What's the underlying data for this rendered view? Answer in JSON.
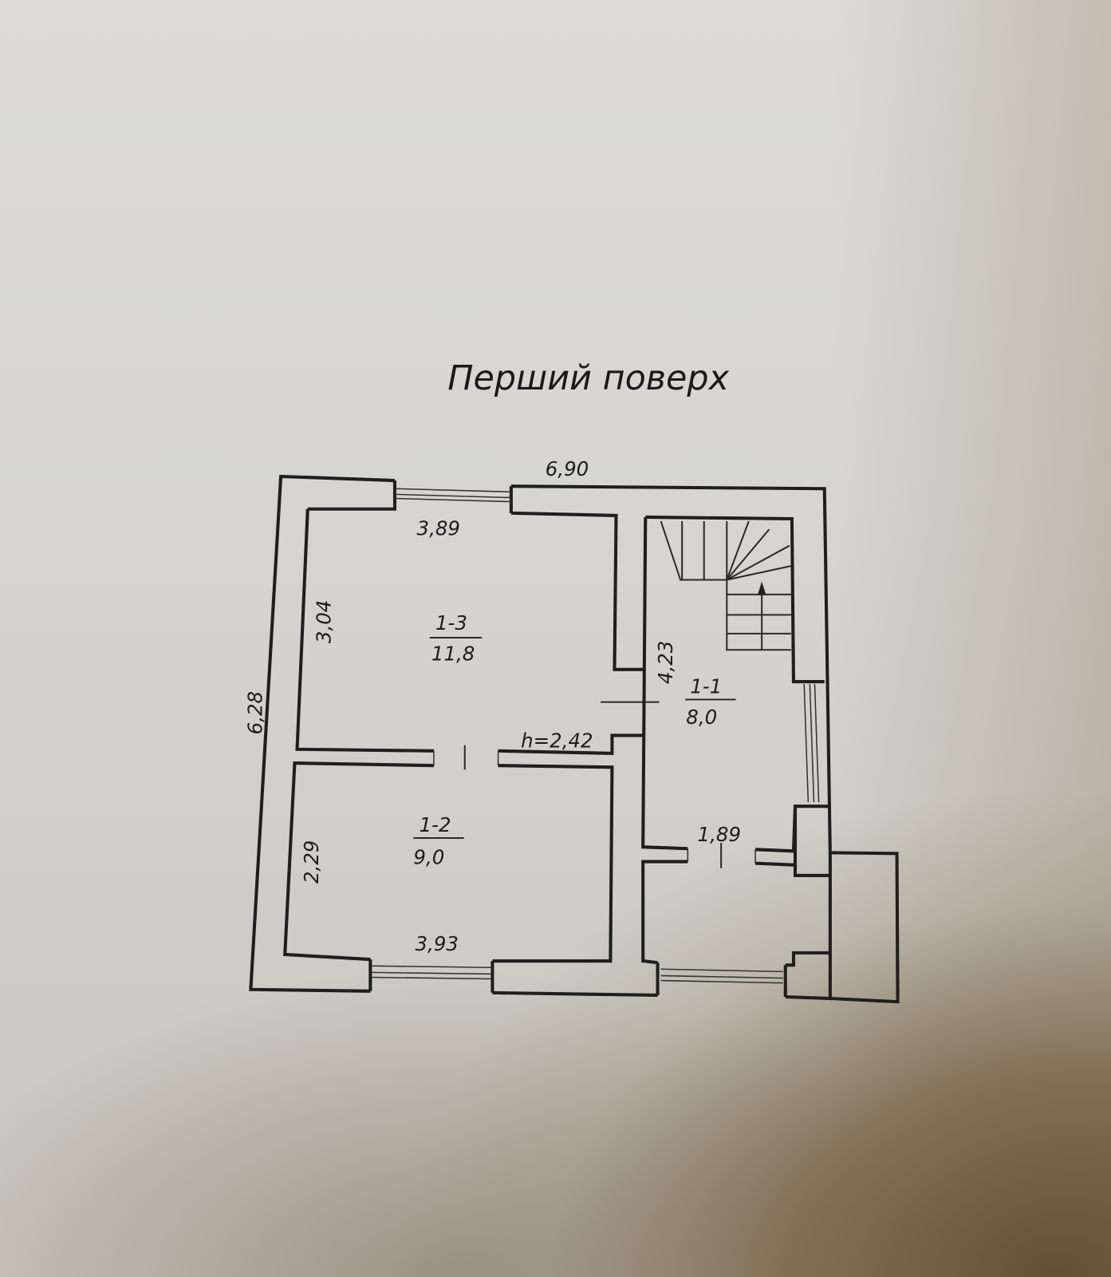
{
  "title": "Перший поверх",
  "dimensions": {
    "overall_width": "6,90",
    "overall_depth": "6,28",
    "room_1_3_width": "3,89",
    "room_1_3_depth": "3,04",
    "ceiling_height": "h=2,42",
    "room_1_1_depth": "4,23",
    "room_1_1_width": "1,89",
    "room_1_2_depth": "2,29",
    "room_1_2_width": "3,93"
  },
  "rooms": [
    {
      "id": "1-1",
      "area": "8,0"
    },
    {
      "id": "1-2",
      "area": "9,0"
    },
    {
      "id": "1-3",
      "area": "11,8"
    }
  ]
}
